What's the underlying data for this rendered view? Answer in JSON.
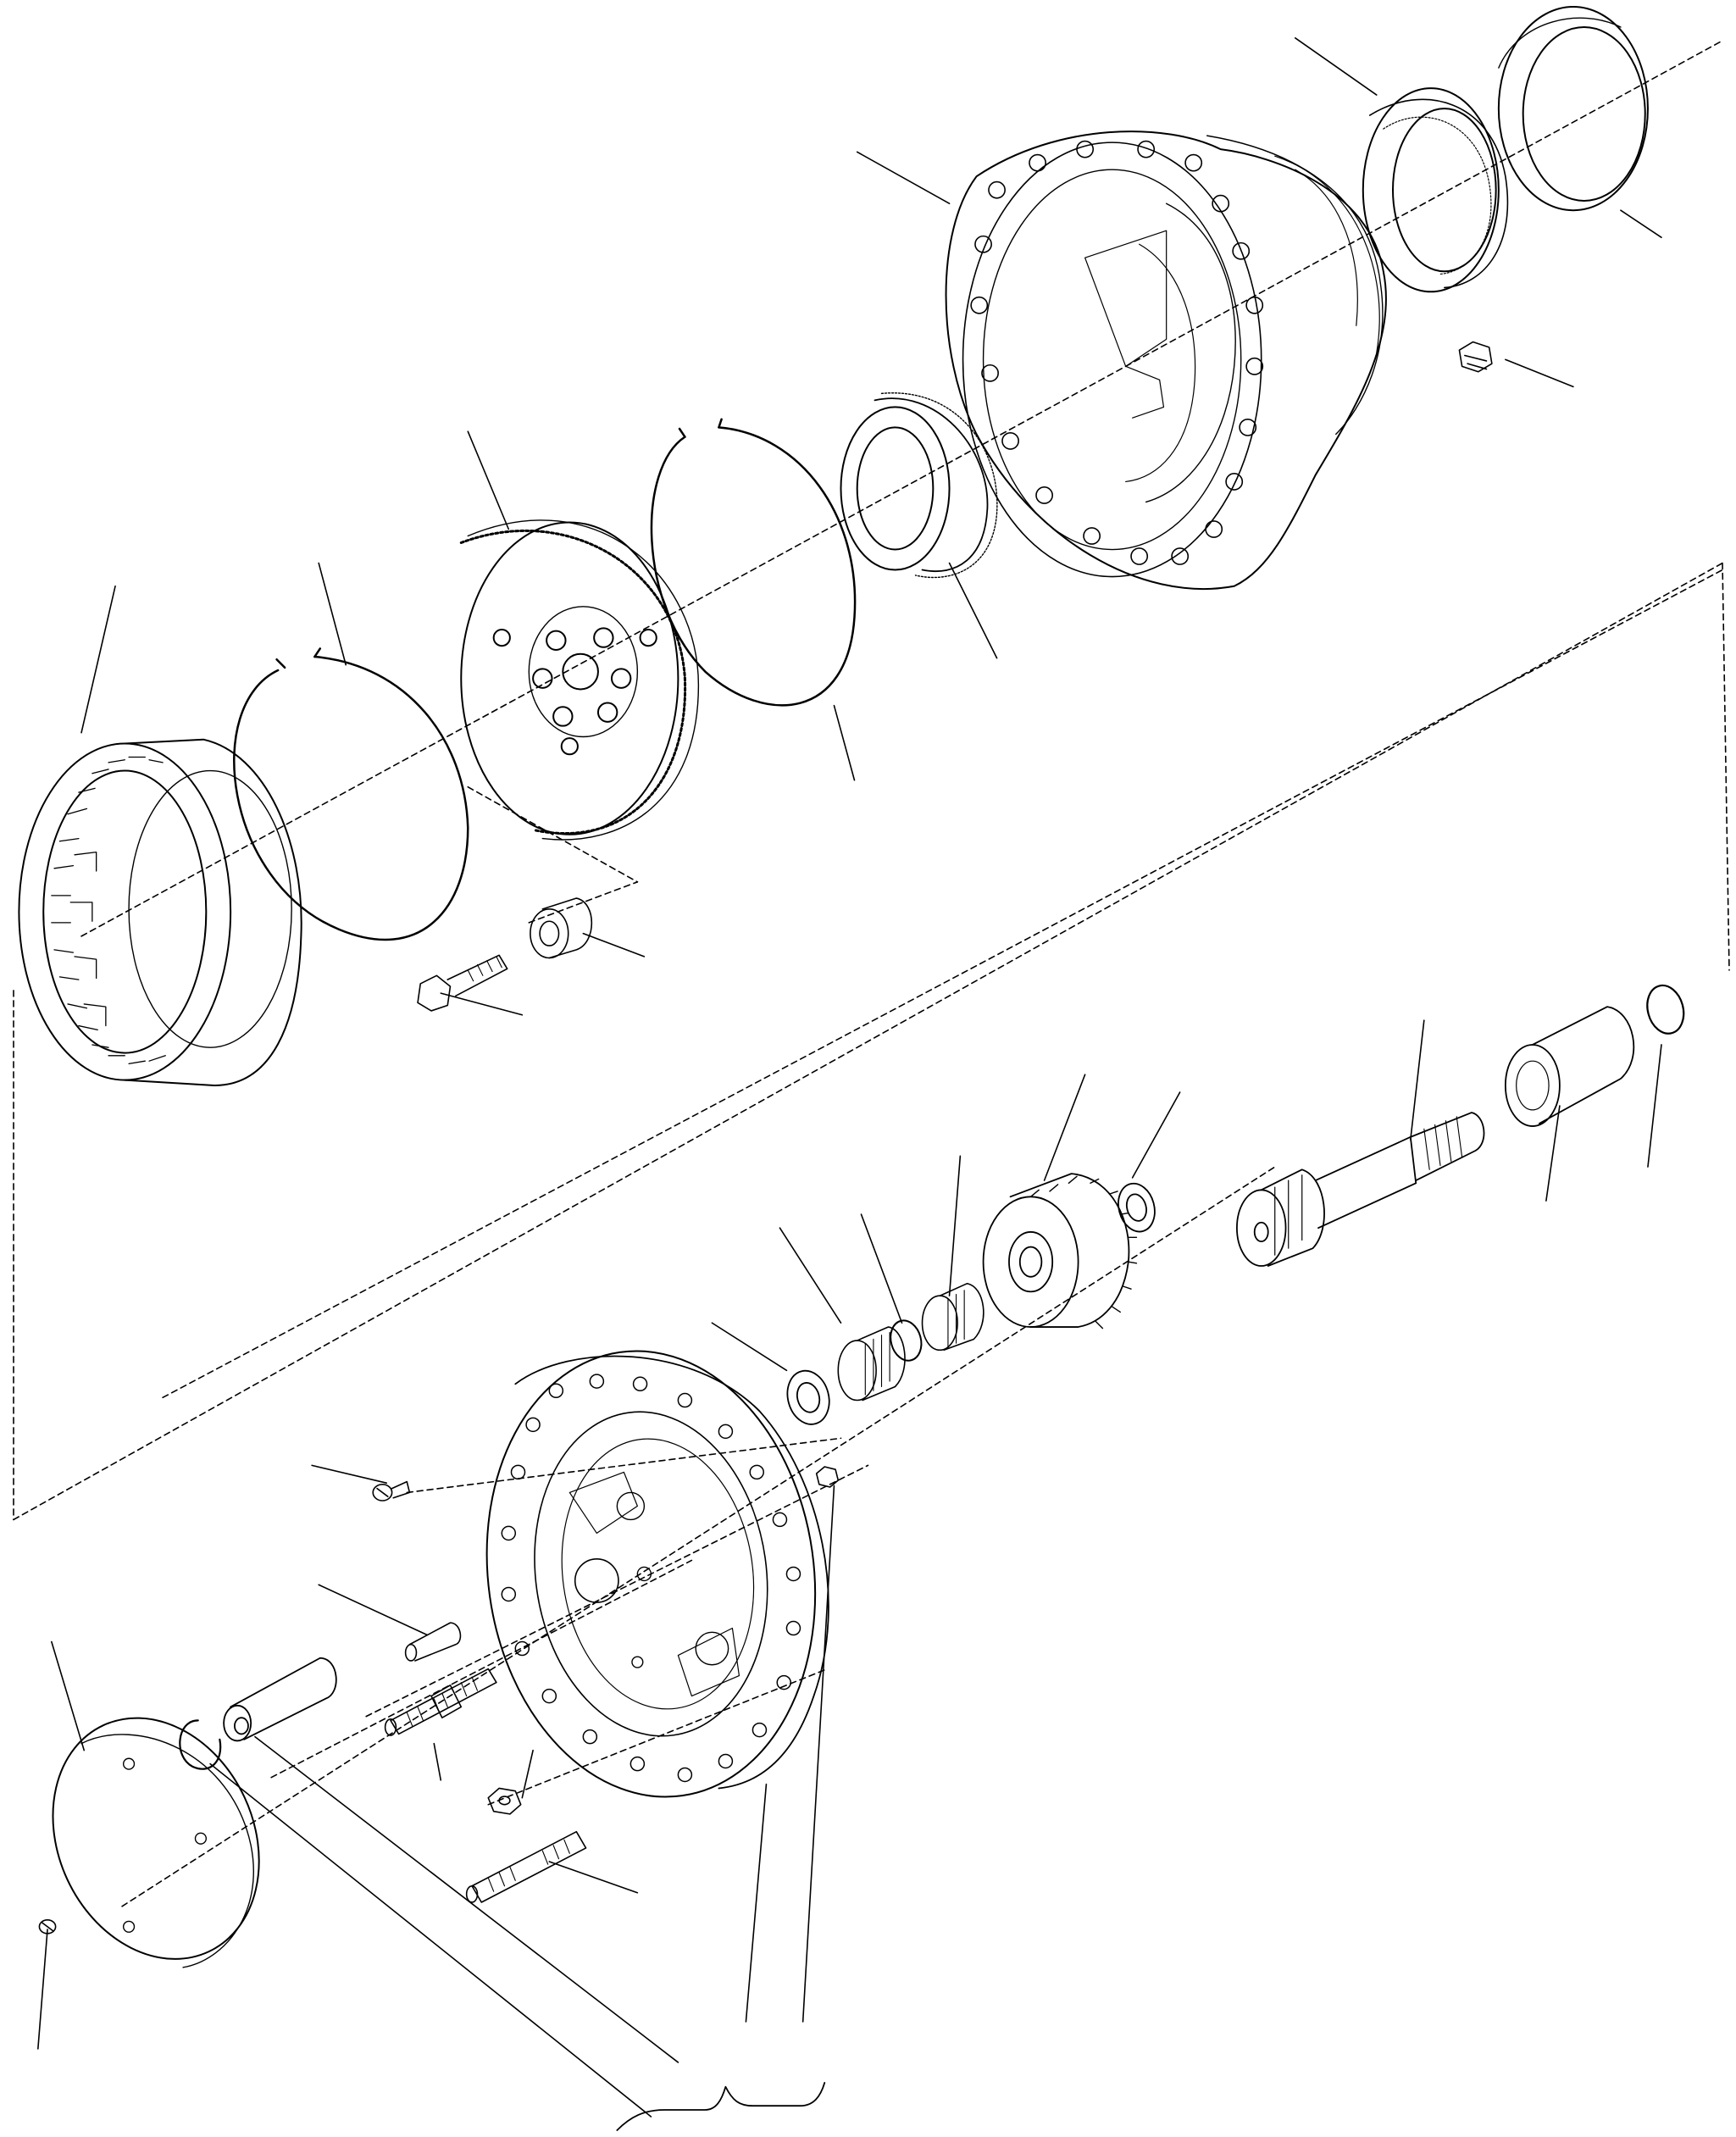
{
  "diagram": {
    "type": "exploded-parts-view",
    "labels": [],
    "colors": {
      "ink": "#000000",
      "background": "#ffffff"
    },
    "parts": [
      {
        "id": "ring-gear",
        "icon": "internal-ring-gear"
      },
      {
        "id": "snap-ring-large",
        "icon": "open-ring"
      },
      {
        "id": "sprocket-carrier",
        "icon": "sprocket"
      },
      {
        "id": "snap-ring-outer",
        "icon": "open-ring"
      },
      {
        "id": "taper-bearing",
        "icon": "bearing"
      },
      {
        "id": "housing",
        "icon": "hub-housing"
      },
      {
        "id": "bearing-outer",
        "icon": "bearing"
      },
      {
        "id": "seal-ring",
        "icon": "ring"
      },
      {
        "id": "plug",
        "icon": "plug"
      },
      {
        "id": "bolt",
        "icon": "bolt"
      },
      {
        "id": "bushing",
        "icon": "bushing"
      },
      {
        "id": "cover-plate",
        "icon": "plate"
      },
      {
        "id": "cover-screw",
        "icon": "screw"
      },
      {
        "id": "circlip",
        "icon": "circlip"
      },
      {
        "id": "pin-shaft",
        "icon": "pin"
      },
      {
        "id": "dowel",
        "icon": "dowel"
      },
      {
        "id": "stud-upper",
        "icon": "stud"
      },
      {
        "id": "nut",
        "icon": "nut"
      },
      {
        "id": "stud-lower",
        "icon": "stud"
      },
      {
        "id": "flange-carrier",
        "icon": "flange"
      },
      {
        "id": "screw",
        "icon": "screw"
      },
      {
        "id": "plug-small",
        "icon": "plug"
      },
      {
        "id": "thrust-washer",
        "icon": "washer"
      },
      {
        "id": "needle-bearing-1",
        "icon": "needle-bearing"
      },
      {
        "id": "spacer-ring",
        "icon": "ring"
      },
      {
        "id": "needle-bearing-2",
        "icon": "needle-bearing"
      },
      {
        "id": "planet-gear",
        "icon": "gear"
      },
      {
        "id": "thrust-washer-2",
        "icon": "washer"
      },
      {
        "id": "sun-gear-shaft",
        "icon": "shaft"
      },
      {
        "id": "spline-coupling",
        "icon": "coupling"
      },
      {
        "id": "retaining-ring",
        "icon": "ring"
      }
    ]
  }
}
